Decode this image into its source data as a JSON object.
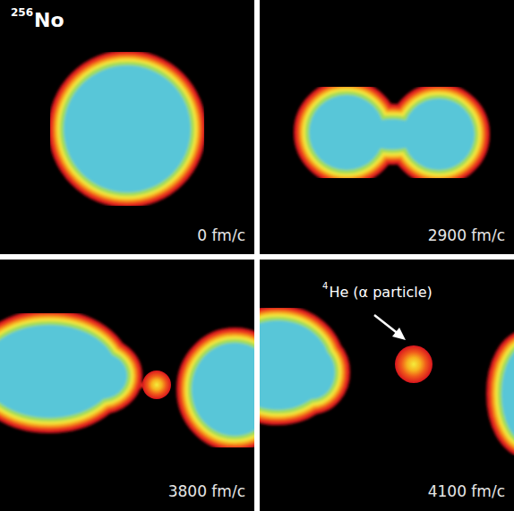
{
  "diagram": {
    "labels": [
      "256",
      "No",
      "0 fm/c",
      "2900 fm/c",
      "3800 fm/c",
      "4100 fm/c",
      "4",
      "He (α particle)"
    ]
  }
}
